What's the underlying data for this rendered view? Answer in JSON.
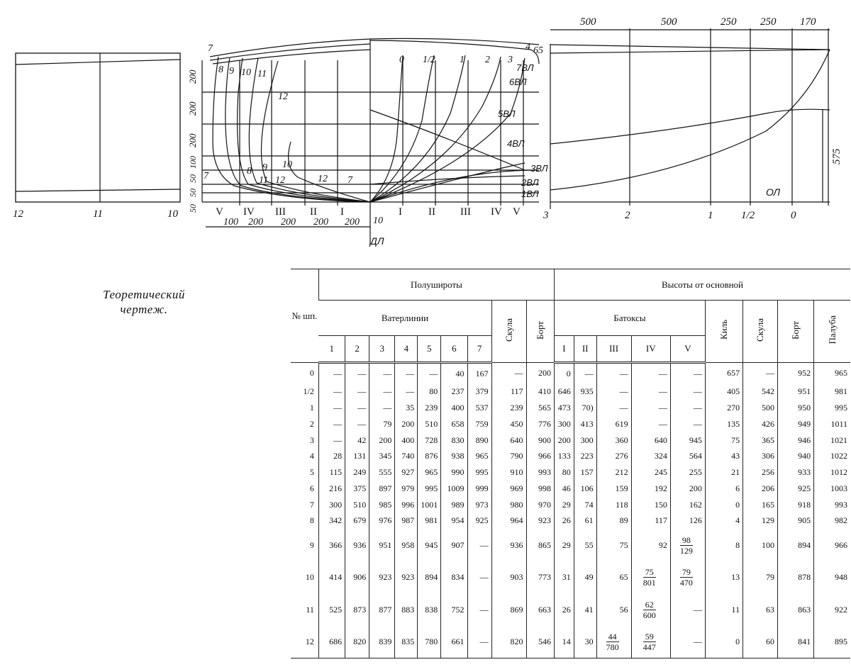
{
  "caption": {
    "line1": "Теоретический",
    "line2": "чертеж."
  },
  "drawing": {
    "half_breadth_frames": [
      "12",
      "11",
      "10"
    ],
    "stations": [
      "0",
      "1/2",
      "1",
      "2",
      "3",
      "4"
    ],
    "body_stern_frames": [
      "7",
      "8",
      "9",
      "10",
      "11",
      "12"
    ],
    "body_lower_frames": [
      "8",
      "9",
      "10",
      "11",
      "12"
    ],
    "body_bilge_labels": [
      "12",
      "7"
    ],
    "sheer_label": "65",
    "waterlines": [
      "1ВЛ",
      "2ВЛ",
      "3ВЛ",
      "4ВЛ",
      "5ВЛ",
      "6ВЛ",
      "7ВЛ"
    ],
    "buttocks": [
      "V",
      "IV",
      "III",
      "II",
      "I"
    ],
    "bottom_spacings": [
      "100",
      "200",
      "200",
      "200",
      "200"
    ],
    "left_heights": [
      "200",
      "200",
      "200",
      "100",
      "50",
      "50",
      "50"
    ],
    "center_bottom": "10",
    "centerline": "ДЛ",
    "profile_top_dims": [
      "500",
      "500",
      "250",
      "250",
      "170"
    ],
    "profile_stations": [
      "3",
      "2",
      "1",
      "1/2",
      "0"
    ],
    "baseline": "ОЛ",
    "profile_height": "575"
  },
  "table": {
    "headers": {
      "frame": "№ шп.",
      "half_breadths": "Полушироты",
      "heights": "Высоты от основной",
      "waterlines": "Ватерлинии",
      "buttocks": "Батоксы",
      "chine": "Скула",
      "side": "Борт",
      "keel": "Киль",
      "chine2": "Скула",
      "side2": "Борт",
      "deck": "Палуба",
      "wl_cols": [
        "1",
        "2",
        "3",
        "4",
        "5",
        "6",
        "7"
      ],
      "bt_cols": [
        "I",
        "II",
        "III",
        "IV",
        "V"
      ]
    },
    "rows": [
      [
        "0",
        "—",
        "—",
        "—",
        "—",
        "—",
        "40",
        "167",
        "—",
        "200",
        "0",
        "—",
        "—",
        "—",
        "—",
        "657",
        "—",
        "952",
        "965"
      ],
      [
        "1/2",
        "—",
        "—",
        "—",
        "—",
        "80",
        "237",
        "379",
        "117",
        "410",
        "646",
        "935",
        "—",
        "—",
        "—",
        "405",
        "542",
        "951",
        "981"
      ],
      [
        "1",
        "—",
        "—",
        "—",
        "35",
        "239",
        "400",
        "537",
        "239",
        "565",
        "473",
        "70)",
        "—",
        "—",
        "—",
        "270",
        "500",
        "950",
        "995"
      ],
      [
        "2",
        "—",
        "—",
        "79",
        "200",
        "510",
        "658",
        "759",
        "450",
        "776",
        "300",
        "413",
        "619",
        "—",
        "—",
        "135",
        "426",
        "949",
        "1011"
      ],
      [
        "3",
        "—",
        "42",
        "200",
        "400",
        "728",
        "830",
        "890",
        "640",
        "900",
        "200",
        "300",
        "360",
        "640",
        "945",
        "75",
        "365",
        "946",
        "1021"
      ],
      [
        "4",
        "28",
        "131",
        "345",
        "740",
        "876",
        "938",
        "965",
        "790",
        "966",
        "133",
        "223",
        "276",
        "324",
        "564",
        "43",
        "306",
        "940",
        "1022"
      ],
      [
        "5",
        "115",
        "249",
        "555",
        "927",
        "965",
        "990",
        "995",
        "910",
        "993",
        "80",
        "157",
        "212",
        "245",
        "255",
        "21",
        "256",
        "933",
        "1012"
      ],
      [
        "6",
        "216",
        "375",
        "897",
        "979",
        "995",
        "1009",
        "999",
        "969",
        "998",
        "46",
        "106",
        "159",
        "192",
        "200",
        "6",
        "206",
        "925",
        "1003"
      ],
      [
        "7",
        "300",
        "510",
        "985",
        "996",
        "1001",
        "989",
        "973",
        "980",
        "970",
        "29",
        "74",
        "118",
        "150",
        "162",
        "0",
        "165",
        "918",
        "993"
      ],
      [
        "8",
        "342",
        "679",
        "976",
        "987",
        "981",
        "954",
        "925",
        "964",
        "923",
        "26",
        "61",
        "89",
        "117",
        "126",
        "4",
        "129",
        "905",
        "982"
      ],
      [
        "9",
        "366",
        "936",
        "951",
        "958",
        "945",
        "907",
        "—",
        "936",
        "865",
        "29",
        "55",
        "75",
        "92",
        "98/129",
        "8",
        "100",
        "894",
        "966"
      ],
      [
        "10",
        "414",
        "906",
        "923",
        "923",
        "894",
        "834",
        "—",
        "903",
        "773",
        "31",
        "49",
        "65",
        "75/801",
        "79/470",
        "13",
        "79",
        "878",
        "948"
      ],
      [
        "11",
        "525",
        "873",
        "877",
        "883",
        "838",
        "752",
        "—",
        "869",
        "663",
        "26",
        "41",
        "56",
        "62/600",
        "—",
        "11",
        "63",
        "863",
        "922"
      ],
      [
        "12",
        "686",
        "820",
        "839",
        "835",
        "780",
        "661",
        "—",
        "820",
        "546",
        "14",
        "30",
        "44/780",
        "59/447",
        "—",
        "0",
        "60",
        "841",
        "895"
      ]
    ]
  }
}
